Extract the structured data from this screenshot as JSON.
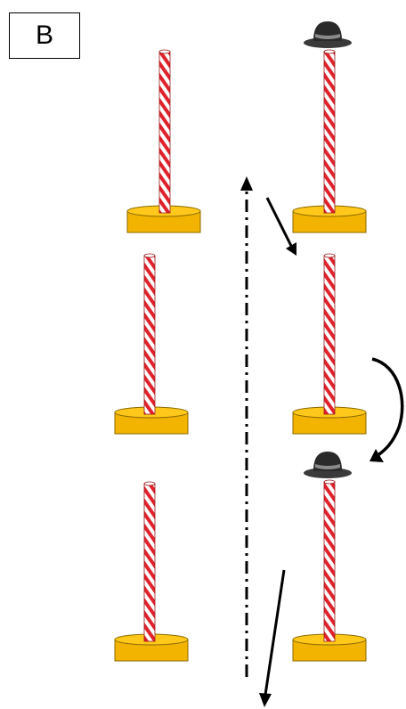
{
  "panel": {
    "label": "B"
  },
  "colors": {
    "pole_red": "#e0222c",
    "pole_white": "#ffffff",
    "base_fill": "#f2b400",
    "base_top": "#ffc81a",
    "base_stroke": "#8a6a00",
    "arrow": "#000000",
    "hat": "#2a2a2a"
  },
  "scene": {
    "stands": [
      {
        "name": "stand-left-1"
      },
      {
        "name": "stand-right-1",
        "hat": true
      },
      {
        "name": "stand-left-2"
      },
      {
        "name": "stand-right-2"
      },
      {
        "name": "stand-left-3"
      },
      {
        "name": "stand-right-3",
        "hat": true
      }
    ],
    "icons": [
      "hat-icon",
      "curved-arrow-icon",
      "arrow-icon",
      "dash-dot-arrow-icon"
    ]
  }
}
